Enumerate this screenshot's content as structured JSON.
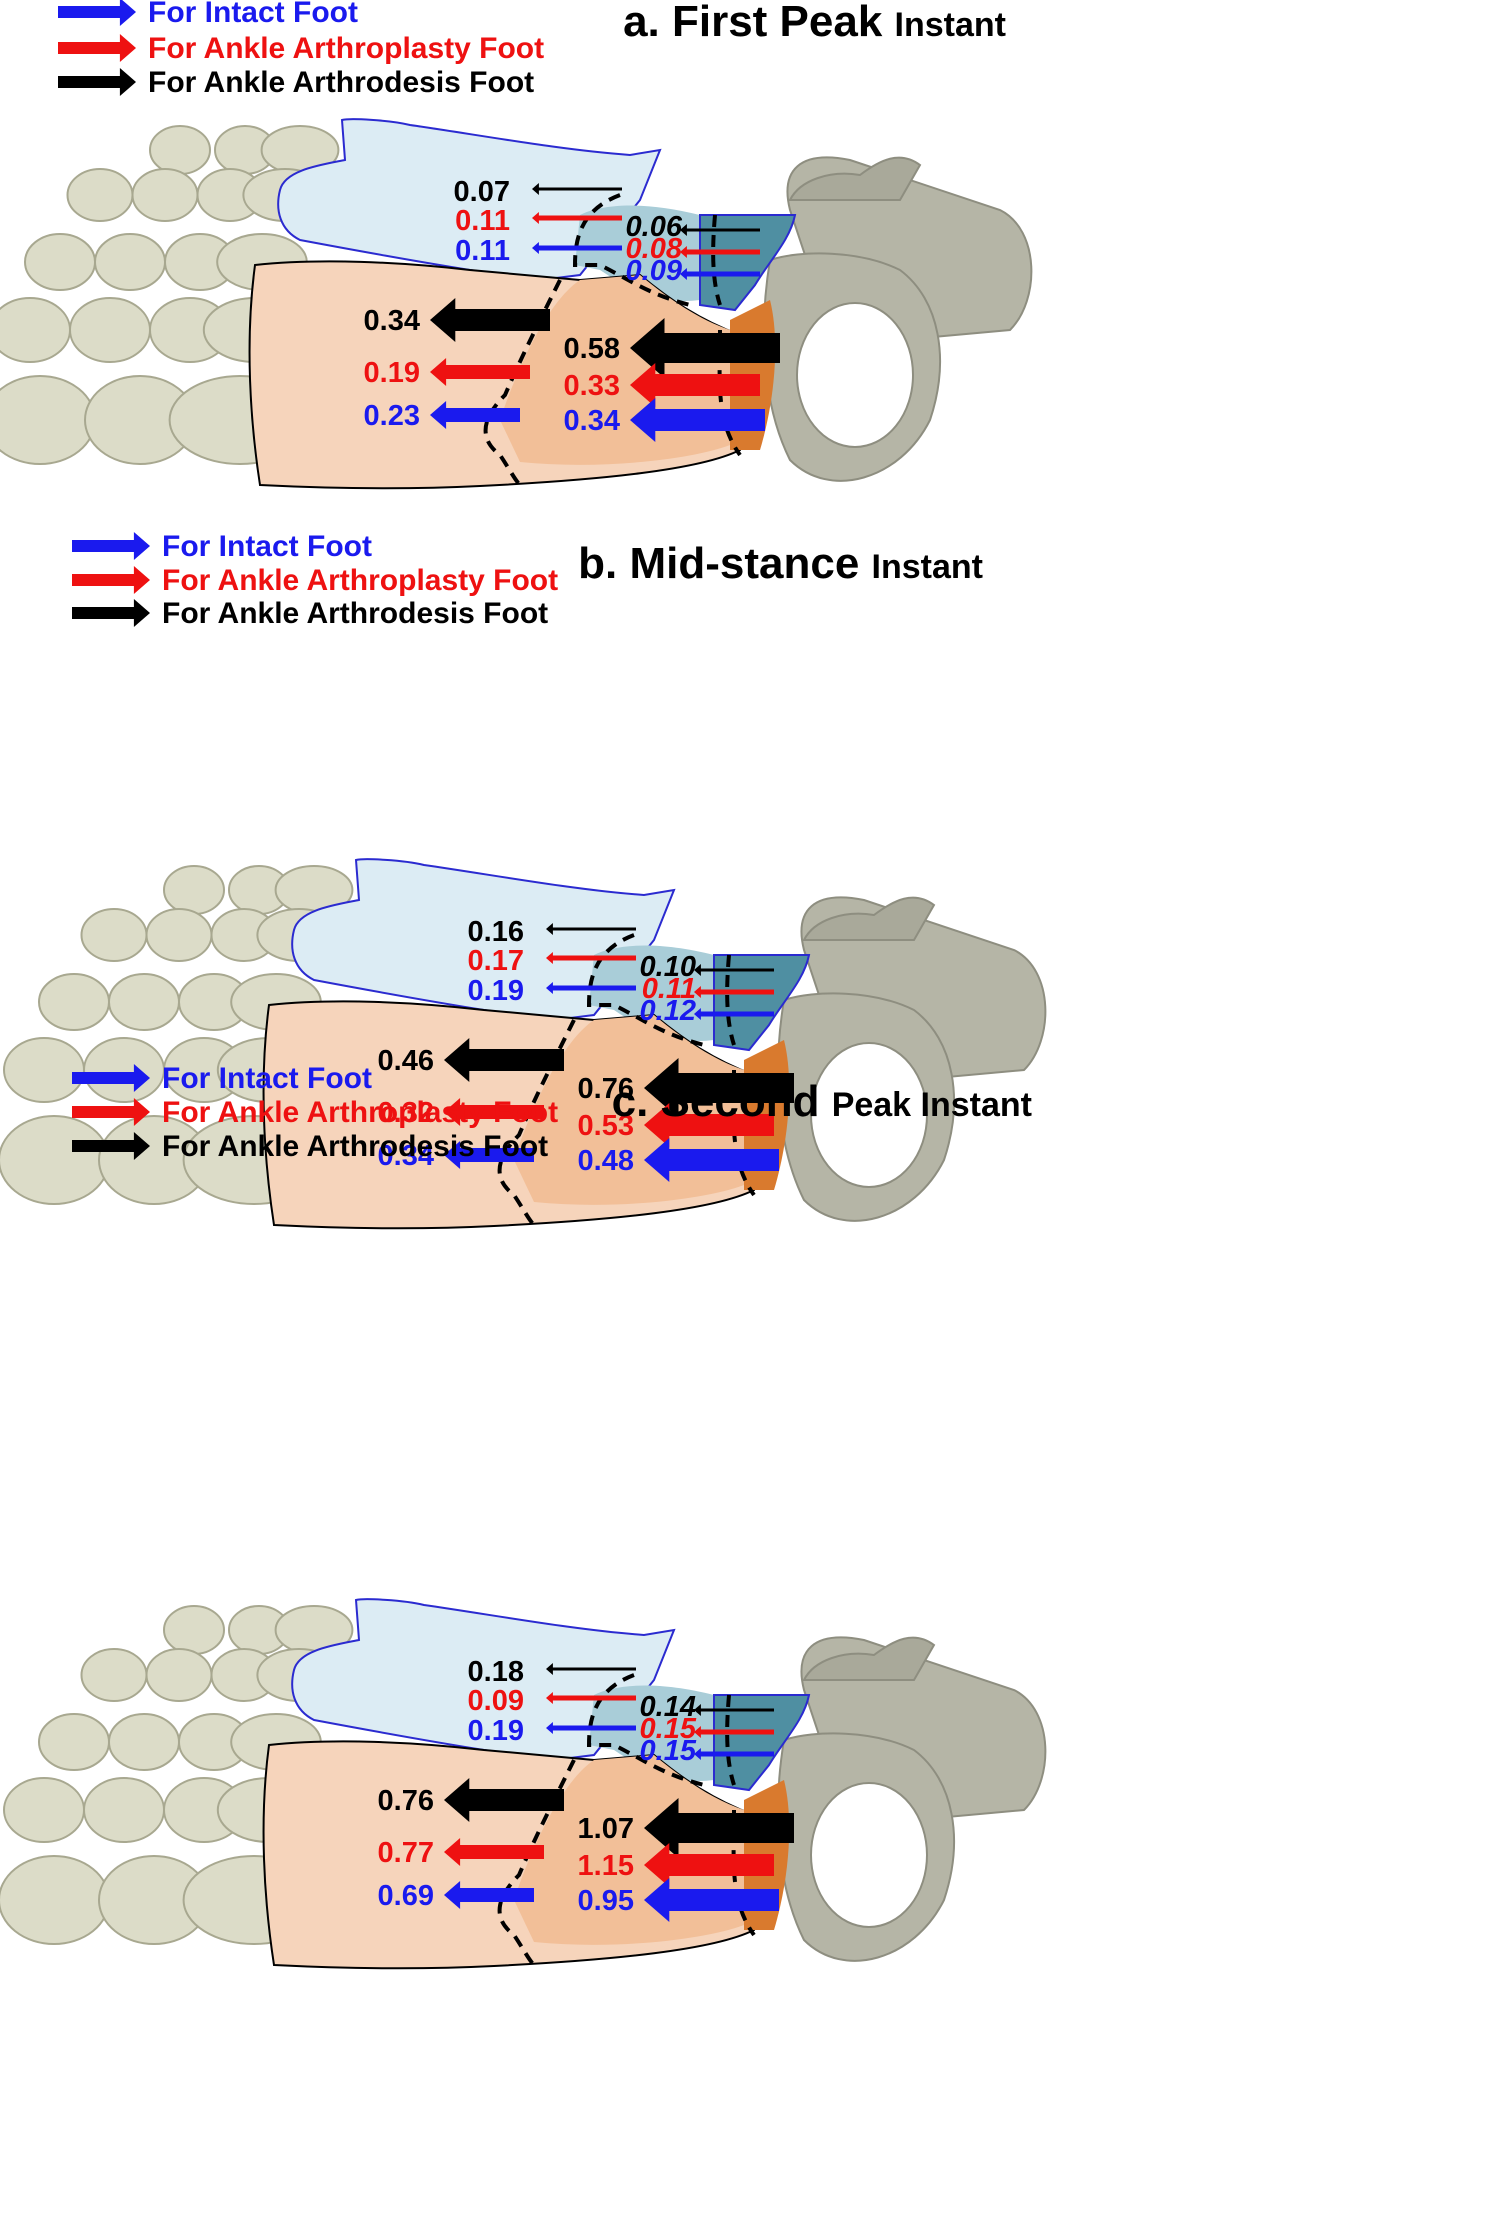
{
  "colors": {
    "intact": "#1a1aee",
    "arthroplasty": "#ee1111",
    "arthrodesis": "#000000",
    "bone": "#dcdcc8",
    "bone_edge": "#a8a890",
    "metatarsal_light_blue": "#dcecf4",
    "cuneiform_blue": "#a9cdd8",
    "navicular_teal": "#4f8fa2",
    "metatarsal_peach": "#f6d4bb",
    "cuneiform_peach": "#f2bf98",
    "cuboid_orange": "#d97a2e",
    "talus_grey": "#b5b5a6"
  },
  "panels": [
    {
      "title_prefix": "a.",
      "title_main": "First Peak",
      "title_suffix": "Instant",
      "legend": [
        {
          "label": "For Intact Foot",
          "series": "intact"
        },
        {
          "label": "For Ankle Arthroplasty  Foot",
          "series": "arthroplasty"
        },
        {
          "label": "For Ankle Arthrodesis  Foot",
          "series": "arthrodesis"
        }
      ],
      "forces": {
        "medial_distal": {
          "arthrodesis": "0.07",
          "arthroplasty": "0.11",
          "intact": "0.11"
        },
        "medial_proximal": {
          "arthrodesis": "0.06",
          "arthroplasty": "0.08",
          "intact": "0.09"
        },
        "lateral_distal": {
          "arthrodesis": "0.34",
          "arthroplasty": "0.19",
          "intact": "0.23"
        },
        "lateral_proximal": {
          "arthrodesis": "0.58",
          "arthroplasty": "0.33",
          "intact": "0.34"
        }
      }
    },
    {
      "title_prefix": "b.",
      "title_main": "Mid-stance",
      "title_suffix": "Instant",
      "legend": [
        {
          "label": "For Intact Foot",
          "series": "intact"
        },
        {
          "label": "For Ankle Arthroplasty  Foot",
          "series": "arthroplasty"
        },
        {
          "label": "For Ankle Arthrodesis  Foot",
          "series": "arthrodesis"
        }
      ],
      "forces": {
        "medial_distal": {
          "arthrodesis": "0.16",
          "arthroplasty": "0.17",
          "intact": "0.19"
        },
        "medial_proximal": {
          "arthrodesis": "0.10",
          "arthroplasty": "0.11",
          "intact": "0.12"
        },
        "lateral_distal": {
          "arthrodesis": "0.46",
          "arthroplasty": "0.32",
          "intact": "0.34"
        },
        "lateral_proximal": {
          "arthrodesis": "0.76",
          "arthroplasty": "0.53",
          "intact": "0.48"
        }
      }
    },
    {
      "title_prefix": "c.",
      "title_main": "Second",
      "title_suffix": "Peak Instant",
      "legend": [
        {
          "label": "For Intact Foot",
          "series": "intact"
        },
        {
          "label": "For Ankle Arthroplasty  Foot",
          "series": "arthroplasty"
        },
        {
          "label": "For Ankle Arthrodesis  Foot",
          "series": "arthrodesis"
        }
      ],
      "forces": {
        "medial_distal": {
          "arthrodesis": "0.18",
          "arthroplasty": "0.09",
          "intact": "0.19"
        },
        "medial_proximal": {
          "arthrodesis": "0.14",
          "arthroplasty": "0.15",
          "intact": "0.15"
        },
        "lateral_distal": {
          "arthrodesis": "0.76",
          "arthroplasty": "0.77",
          "intact": "0.69"
        },
        "lateral_proximal": {
          "arthrodesis": "1.07",
          "arthroplasty": "1.15",
          "intact": "0.95"
        }
      }
    }
  ]
}
